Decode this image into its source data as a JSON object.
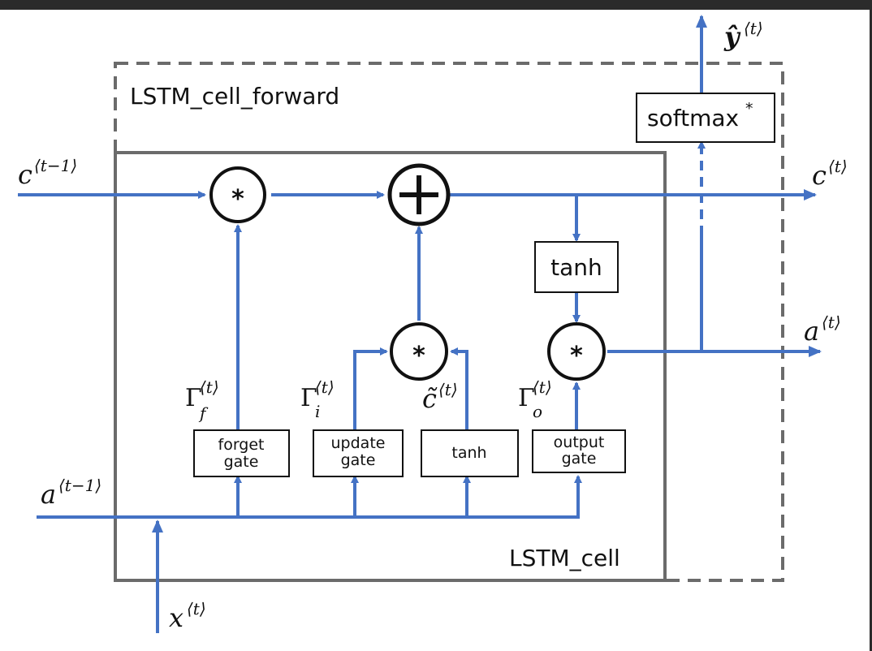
{
  "outer_box": {
    "label": "LSTM_cell_forward"
  },
  "inner_box": {
    "label": "LSTM_cell"
  },
  "softmax": {
    "label": "softmax",
    "superscript": "*"
  },
  "tanh_top": {
    "label": "tanh"
  },
  "gates": {
    "forget": {
      "line1": "forget",
      "line2": "gate"
    },
    "update": {
      "line1": "update",
      "line2": "gate"
    },
    "tanh": {
      "label": "tanh"
    },
    "output": {
      "line1": "output",
      "line2": "gate"
    }
  },
  "operators": {
    "multiply": "*",
    "add": "+"
  },
  "variables": {
    "c_prev": {
      "base": "c",
      "sup": "⟨t−1⟩"
    },
    "c_t": {
      "base": "c",
      "sup": "⟨t⟩"
    },
    "a_prev": {
      "base": "a",
      "sup": "⟨t−1⟩"
    },
    "a_t": {
      "base": "a",
      "sup": "⟨t⟩"
    },
    "x_t": {
      "base": "x",
      "sup": "⟨t⟩"
    },
    "y_hat": {
      "base": "ŷ",
      "sup": "⟨t⟩"
    },
    "gamma_f": {
      "base": "Γ",
      "sub": "f",
      "sup": "⟨t⟩"
    },
    "gamma_i": {
      "base": "Γ",
      "sub": "i",
      "sup": "⟨t⟩"
    },
    "c_tilde": {
      "base": "c̃",
      "sup": "⟨t⟩"
    },
    "gamma_o": {
      "base": "Γ",
      "sub": "o",
      "sup": "⟨t⟩"
    }
  },
  "colors": {
    "arrow": "#4472c4",
    "box_border": "#6b6b6b",
    "frame": "#2b2b2b"
  }
}
